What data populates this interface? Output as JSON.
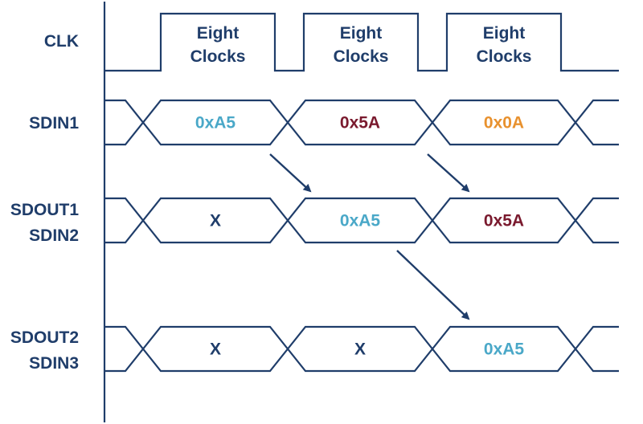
{
  "colors": {
    "line": "#1f3d6a",
    "teal": "#4aa8c8",
    "maroon": "#7a1a2e",
    "orange": "#e8912e",
    "dark": "#1f3d6a"
  },
  "signals": {
    "clk": {
      "label": "CLK"
    },
    "sdin1": {
      "label": "SDIN1"
    },
    "sdout1_sdin2": {
      "label_line1": "SDOUT1",
      "label_line2": "SDIN2"
    },
    "sdout2_sdin3": {
      "label_line1": "SDOUT2",
      "label_line2": "SDIN3"
    }
  },
  "clock_pulses": [
    {
      "line1": "Eight",
      "line2": "Clocks"
    },
    {
      "line1": "Eight",
      "line2": "Clocks"
    },
    {
      "line1": "Eight",
      "line2": "Clocks"
    }
  ],
  "data_rows": [
    {
      "name": "sdin1",
      "cells": [
        {
          "value": "0xA5",
          "color": "teal"
        },
        {
          "value": "0x5A",
          "color": "maroon"
        },
        {
          "value": "0x0A",
          "color": "orange"
        }
      ]
    },
    {
      "name": "sdout1-sdin2",
      "cells": [
        {
          "value": "X",
          "color": "dark"
        },
        {
          "value": "0xA5",
          "color": "teal"
        },
        {
          "value": "0x5A",
          "color": "maroon"
        }
      ]
    },
    {
      "name": "sdout2-sdin3",
      "cells": [
        {
          "value": "X",
          "color": "dark"
        },
        {
          "value": "X",
          "color": "dark"
        },
        {
          "value": "0xA5",
          "color": "teal"
        }
      ]
    }
  ]
}
